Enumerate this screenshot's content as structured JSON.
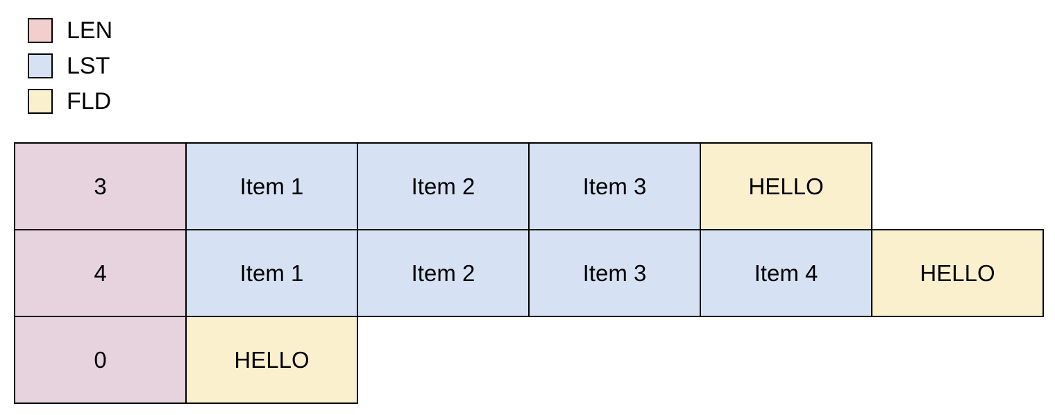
{
  "colors": {
    "background": "#ffffff",
    "border": "#000000",
    "text": "#000000",
    "legend_len_fill": "#f2cecd",
    "legend_lst_fill": "#d6e2f3",
    "legend_fld_fill": "#faf0cd",
    "cell_len_fill": "#e7d3dd",
    "cell_lst_fill": "#d6e2f3",
    "cell_fld_fill": "#faf0cd"
  },
  "legend": {
    "items": [
      {
        "key": "len",
        "label": "LEN"
      },
      {
        "key": "lst",
        "label": "LST"
      },
      {
        "key": "fld",
        "label": "FLD"
      }
    ]
  },
  "rows": [
    {
      "cells": [
        {
          "type": "len",
          "label": "3"
        },
        {
          "type": "lst",
          "label": "Item 1"
        },
        {
          "type": "lst",
          "label": "Item 2"
        },
        {
          "type": "lst",
          "label": "Item 3"
        },
        {
          "type": "fld",
          "label": "HELLO"
        }
      ]
    },
    {
      "cells": [
        {
          "type": "len",
          "label": "4"
        },
        {
          "type": "lst",
          "label": "Item 1"
        },
        {
          "type": "lst",
          "label": "Item 2"
        },
        {
          "type": "lst",
          "label": "Item 3"
        },
        {
          "type": "lst",
          "label": "Item 4"
        },
        {
          "type": "fld",
          "label": "HELLO"
        }
      ]
    },
    {
      "cells": [
        {
          "type": "len",
          "label": "0"
        },
        {
          "type": "fld",
          "label": "HELLO"
        }
      ]
    }
  ]
}
